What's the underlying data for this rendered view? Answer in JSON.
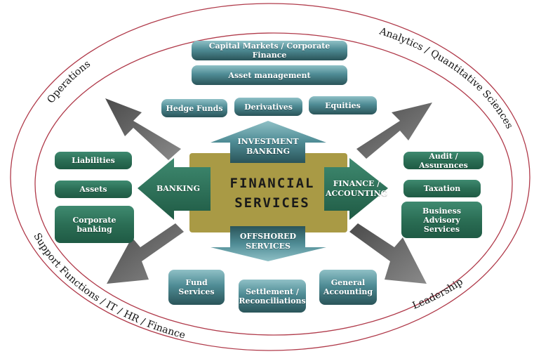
{
  "diagram": {
    "center": {
      "line1": "FINANCIAL",
      "line2": "SERVICES"
    },
    "directional_arrows": {
      "top": {
        "line1": "INVESTMENT",
        "line2": "BANKING"
      },
      "left": {
        "line1": "BANKING"
      },
      "right": {
        "line1": "FINANCE /",
        "line2": "ACCOUNTING"
      },
      "bottom": {
        "line1": "OFFSHORED",
        "line2": "SERVICES"
      }
    },
    "investment_banking_boxes": [
      "Capital Markets / Corporate Finance",
      "Asset management",
      "Hedge Funds",
      "Derivatives",
      "Equities"
    ],
    "banking_boxes": [
      "Liabilities",
      "Assets",
      "Corporate banking"
    ],
    "finance_accounting_boxes": [
      "Audit / Assurances",
      "Taxation",
      "Business Advisory Services"
    ],
    "offshored_boxes": [
      "Fund Services",
      "Settlement / Reconciliations",
      "General Accounting"
    ],
    "ring_labels": {
      "top_left": "Operations",
      "top_right": "Analytics / Quantitative Sciences",
      "bottom_left": "Support Functions / IT / HR / Finance",
      "bottom_right": "Leadership"
    },
    "colors": {
      "ring_stroke": "#b03a4a",
      "center_fill": "#a99a45",
      "banking_green": "#2b6e55",
      "teal": "#4f8c95",
      "gray_arrow": "#6a6a6a"
    }
  }
}
